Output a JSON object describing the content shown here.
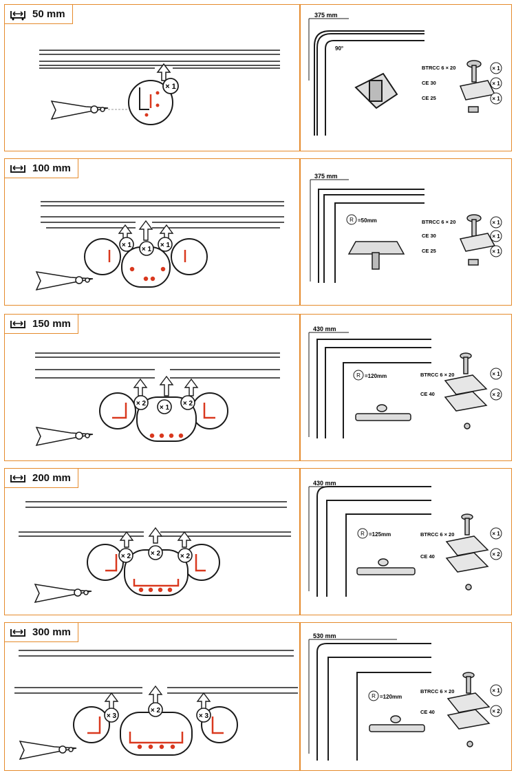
{
  "sections": [
    {
      "width": "50 mm",
      "counts": [
        "× 1"
      ],
      "corner": "375 mm",
      "angle": "90°",
      "radius": "",
      "parts": [
        "BTRCC 6 × 20",
        "CE 30",
        "CE 25"
      ],
      "part_counts": [
        "× 1",
        "× 1",
        "× 1"
      ]
    },
    {
      "width": "100 mm",
      "counts": [
        "× 1",
        "× 1",
        "× 1"
      ],
      "corner": "375 mm",
      "angle": "",
      "radius": "=50mm",
      "parts": [
        "BTRCC 6 × 20",
        "CE 30",
        "CE 25"
      ],
      "part_counts": [
        "× 1",
        "× 1",
        "× 1"
      ]
    },
    {
      "width": "150 mm",
      "counts": [
        "× 2",
        "× 1",
        "× 2"
      ],
      "corner": "430 mm",
      "angle": "",
      "radius": "=120mm",
      "parts": [
        "BTRCC 6 × 20",
        "CE 40"
      ],
      "part_counts": [
        "× 1",
        "× 2"
      ]
    },
    {
      "width": "200 mm",
      "counts": [
        "× 2",
        "× 2",
        "× 2"
      ],
      "corner": "430 mm",
      "angle": "",
      "radius": "=125mm",
      "parts": [
        "BTRCC 6 × 20",
        "CE 40"
      ],
      "part_counts": [
        "× 1",
        "× 2"
      ]
    },
    {
      "width": "300 mm",
      "counts": [
        "× 3",
        "× 2",
        "× 3"
      ],
      "corner": "530 mm",
      "angle": "",
      "radius": "=120mm",
      "parts": [
        "BTRCC 6 × 20",
        "CE 40"
      ],
      "part_counts": [
        "× 1",
        "× 2"
      ]
    }
  ],
  "radius_symbol": "R",
  "colors": {
    "frame": "#e58a2a",
    "accent": "#d9381e",
    "ink": "#1a1a1a"
  }
}
